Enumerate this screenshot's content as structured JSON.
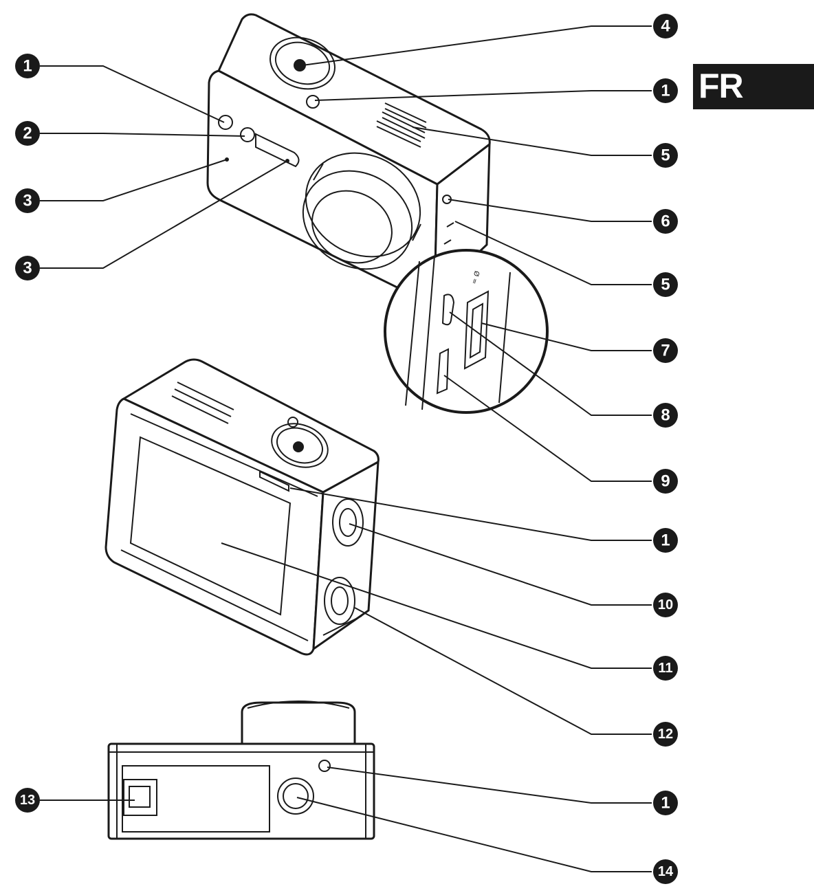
{
  "language_tag": "FR",
  "callouts": [
    {
      "id": "c-left-1",
      "label": "1"
    },
    {
      "id": "c-left-2",
      "label": "2"
    },
    {
      "id": "c-left-3a",
      "label": "3"
    },
    {
      "id": "c-left-3b",
      "label": "3"
    },
    {
      "id": "c-right-4",
      "label": "4"
    },
    {
      "id": "c-right-1a",
      "label": "1"
    },
    {
      "id": "c-right-5a",
      "label": "5"
    },
    {
      "id": "c-right-6",
      "label": "6"
    },
    {
      "id": "c-right-5b",
      "label": "5"
    },
    {
      "id": "c-right-7",
      "label": "7"
    },
    {
      "id": "c-right-8",
      "label": "8"
    },
    {
      "id": "c-right-9",
      "label": "9"
    },
    {
      "id": "c-right-1b",
      "label": "1"
    },
    {
      "id": "c-right-10",
      "label": "10"
    },
    {
      "id": "c-right-11",
      "label": "11"
    },
    {
      "id": "c-right-12",
      "label": "12"
    },
    {
      "id": "c-left-13",
      "label": "13"
    },
    {
      "id": "c-right-1c",
      "label": "1"
    },
    {
      "id": "c-right-14",
      "label": "14"
    }
  ]
}
